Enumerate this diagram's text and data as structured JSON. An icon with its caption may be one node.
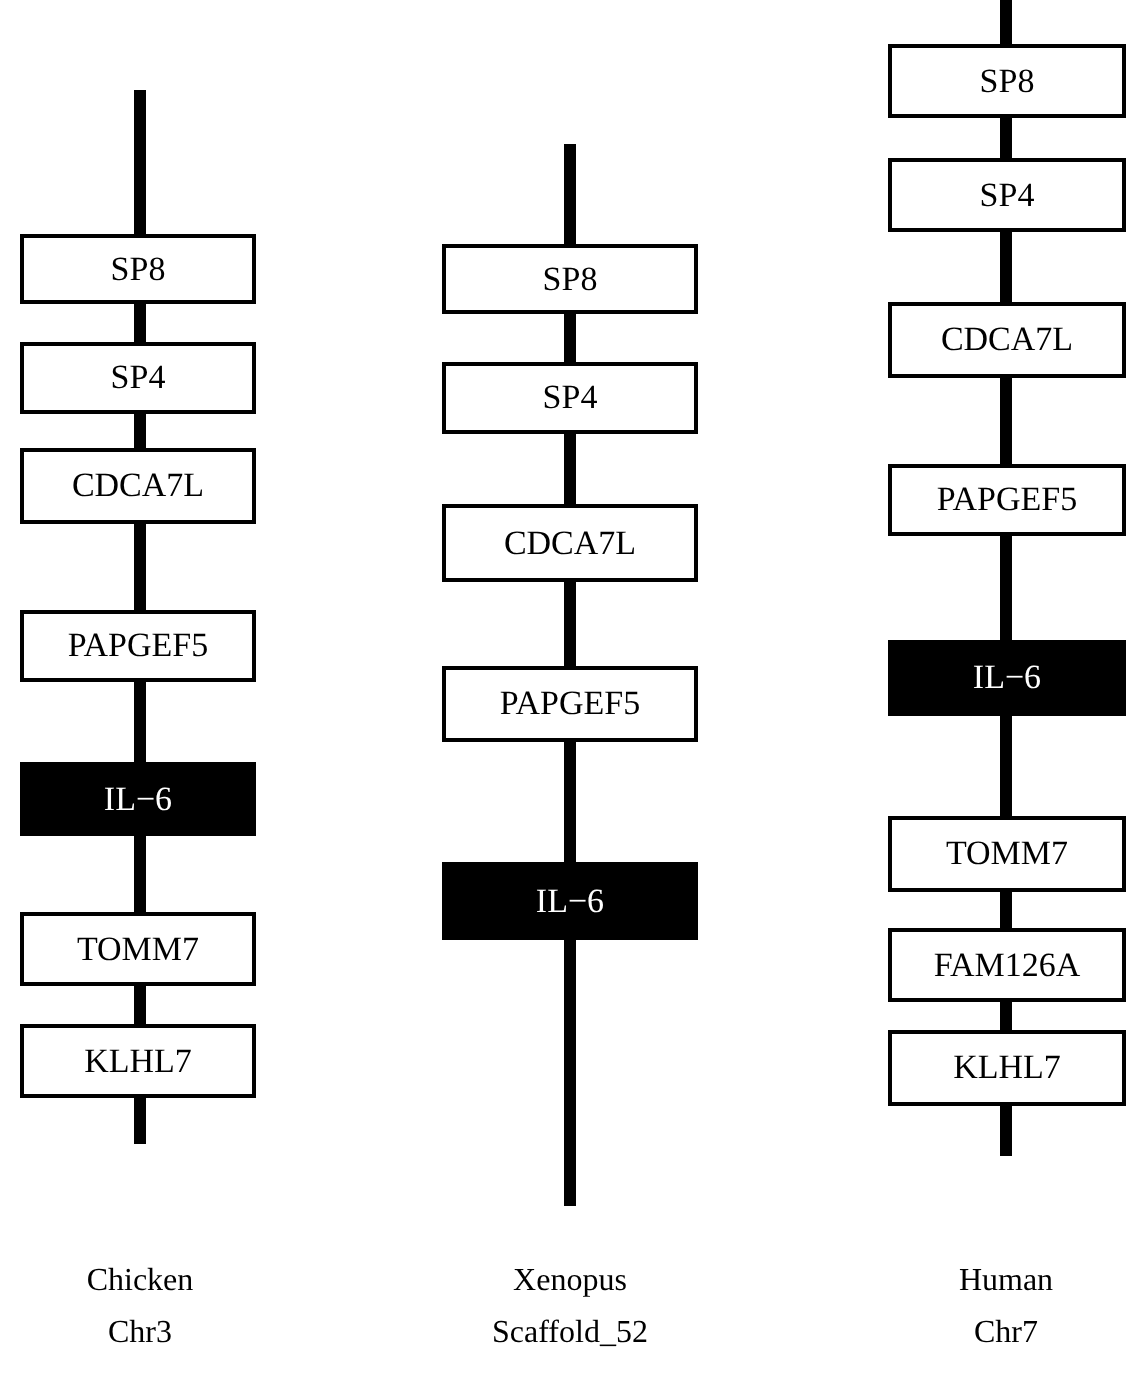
{
  "diagram": {
    "nodes": [
      {
        "text": [
          "SP8"
        ]
      },
      {
        "text": [
          "SP4"
        ]
      },
      {
        "text": [
          "CDCA7L"
        ]
      },
      {
        "text": [
          "PAPGEF5"
        ]
      },
      {
        "text": [
          "IL−6"
        ]
      },
      {
        "text": [
          "TOMM7"
        ]
      },
      {
        "text": [
          "KLHL7"
        ]
      },
      {
        "text": [
          "SP8"
        ]
      },
      {
        "text": [
          "SP4"
        ]
      },
      {
        "text": [
          "CDCA7L"
        ]
      },
      {
        "text": [
          "PAPGEF5"
        ]
      },
      {
        "text": [
          "IL−6"
        ]
      },
      {
        "text": [
          "SP8"
        ]
      },
      {
        "text": [
          "SP4"
        ]
      },
      {
        "text": [
          "CDCA7L"
        ]
      },
      {
        "text": [
          "PAPGEF5"
        ]
      },
      {
        "text": [
          "IL−6"
        ]
      },
      {
        "text": [
          "TOMM7"
        ]
      },
      {
        "text": [
          "FAM126A"
        ]
      },
      {
        "text": [
          "KLHL7"
        ]
      }
    ],
    "labels": [
      "Chicken Chr3",
      "Xenopus Scaffold_52",
      "Human Chr7"
    ]
  }
}
